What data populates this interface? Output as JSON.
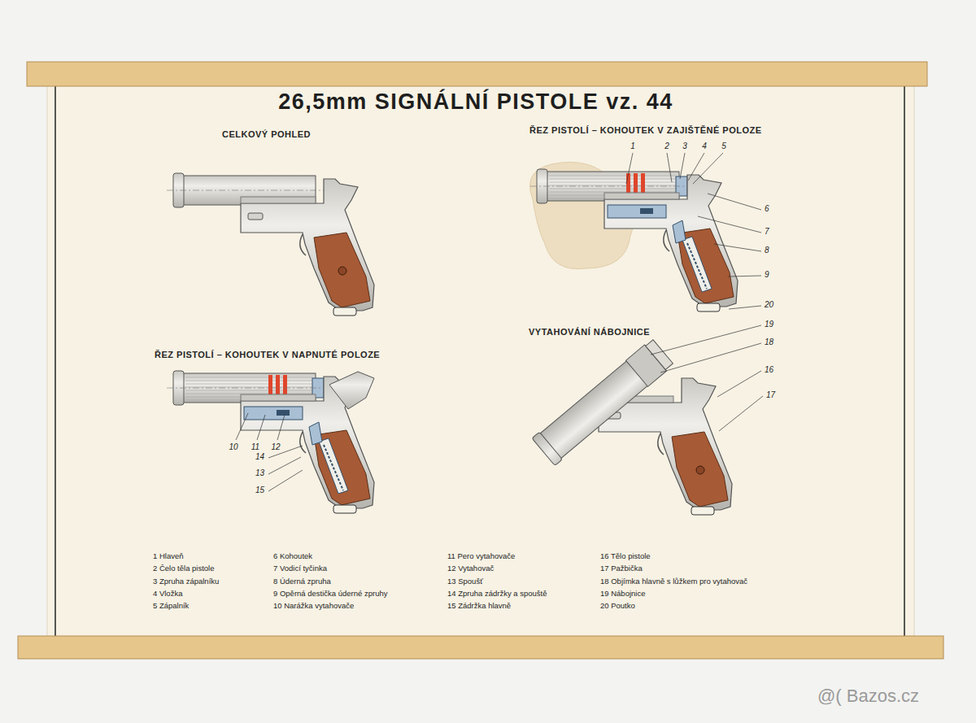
{
  "diagram": {
    "title": "26,5mm SIGNÁLNÍ PISTOLE vz. 44",
    "labels": [
      "CELKOVÝ POHLED",
      "ŘEZ PISTOLÍ – KOHOUTEK V ZAJIŠTĚNÉ POLOZE",
      "ŘEZ PISTOLÍ – KOHOUTEK V NAPNUTÉ POLOZE",
      "VYTAHOVÁNÍ NÁBOJNICE",
      "1",
      "2",
      "3",
      "4",
      "5",
      "6",
      "7",
      "8",
      "9",
      "20",
      "19",
      "18",
      "16",
      "17",
      "10",
      "11",
      "12",
      "14",
      "13",
      "15",
      "1 Hlaveň",
      "2 Čelo těla pistole",
      "3 Zpruha zápalníku",
      "4 Vložka",
      "5 Zápalník",
      "6 Kohoutek",
      "7 Vodicí tyčinka",
      "8 Úderná zpruha",
      "9 Opěrná destička úderné zpruhy",
      "10 Narážka vytahovače",
      "11 Pero vytahovače",
      "12 Vytahovač",
      "13 Spoušť",
      "14 Zpruha zádržky a spouště",
      "15 Zádržka hlavně",
      "16 Tělo pistole",
      "17 Pažbička",
      "18 Objímka hlavně s lůžkem pro vytahovač",
      "19 Nábojnice",
      "20 Poutko",
      "@( Bazos.cz"
    ]
  }
}
